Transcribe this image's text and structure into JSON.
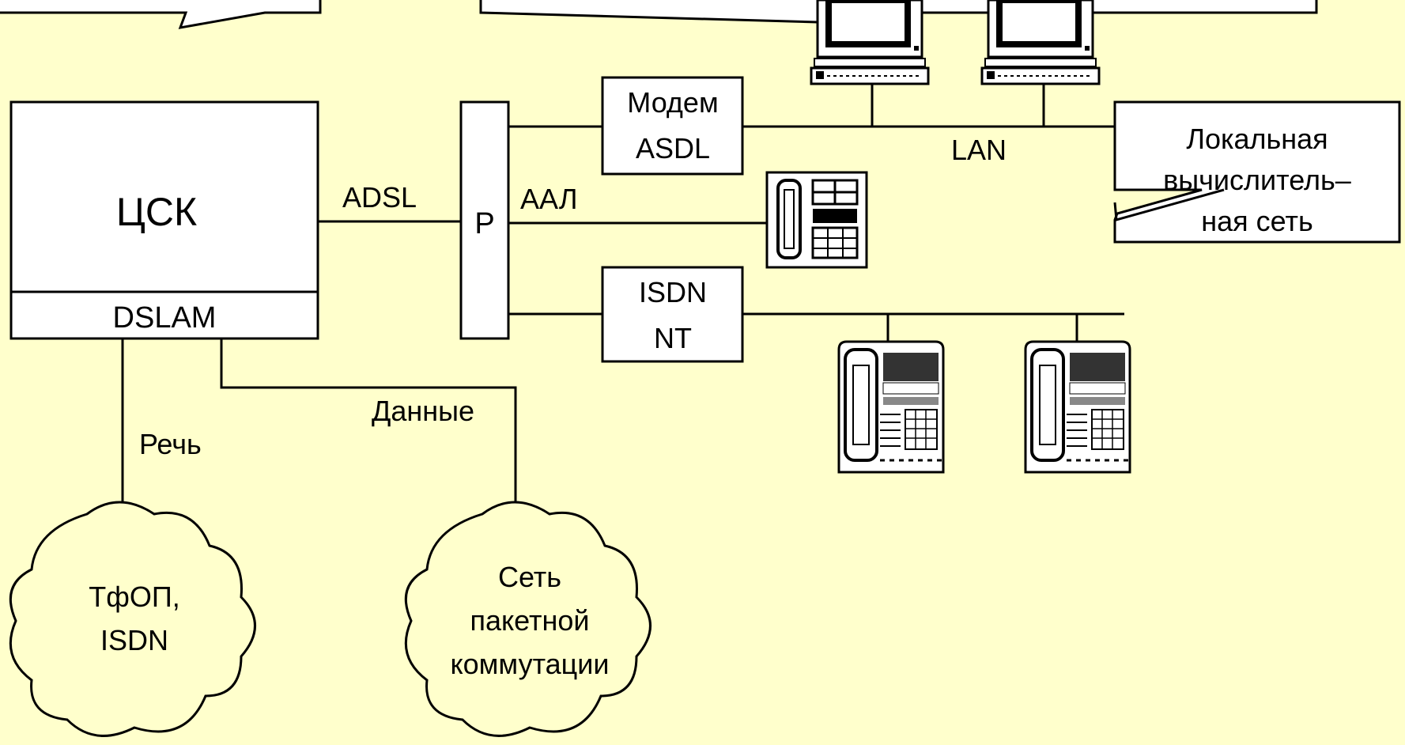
{
  "colors": {
    "background": "#FFFFCC",
    "box_fill": "#FFFFFF",
    "line": "#000000"
  },
  "exchange": {
    "title": "ЦСК",
    "sub": "DSLAM"
  },
  "links": {
    "adsl": "ADSL",
    "aal": "ААЛ",
    "lan": "LAN",
    "voice": "Речь",
    "data": "Данные"
  },
  "splitter": {
    "label": "Р"
  },
  "modem": {
    "line1": "Модем",
    "line2": "ASDL"
  },
  "isdn_nt": {
    "line1": "ISDN",
    "line2": "NT"
  },
  "lan_callout": {
    "line1": "Локальная",
    "line2": "вычислитель–",
    "line3": "ная сеть"
  },
  "clouds": {
    "pstn": {
      "line1": "ТфОП,",
      "line2": "ISDN"
    },
    "packet": {
      "line1": "Сеть",
      "line2": "пакетной",
      "line3": "коммутации"
    }
  },
  "icons": {
    "computers": [
      "computer-icon",
      "computer-icon"
    ],
    "analog_phone": "telephone-icon",
    "isdn_phones": [
      "isdn-telephone-icon",
      "isdn-telephone-icon"
    ],
    "callouts_top": [
      "callout-left",
      "callout-center"
    ]
  }
}
